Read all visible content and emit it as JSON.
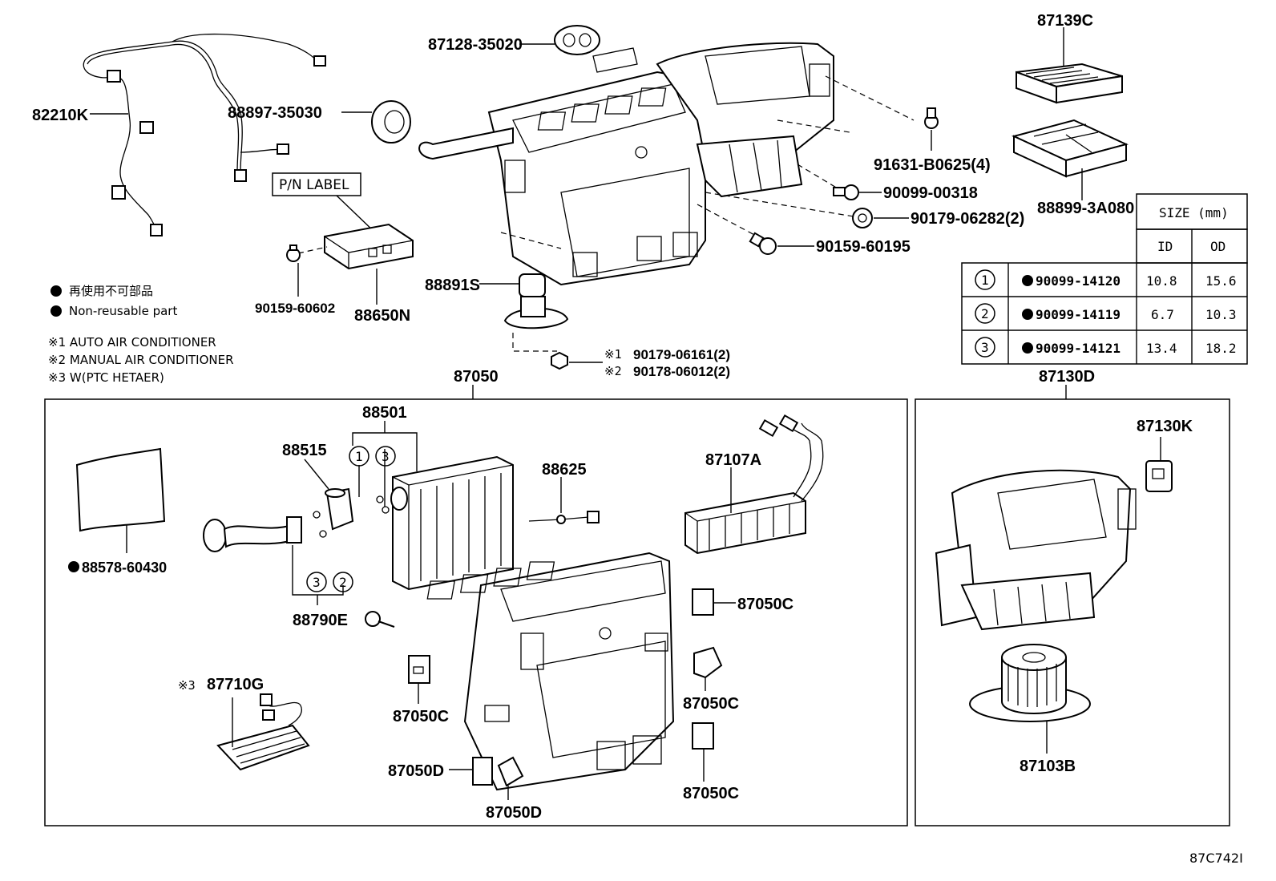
{
  "header_labels": {
    "p87139C": "87139C",
    "p87128": "87128-35020",
    "p82210K": "82210K",
    "p88897": "88897-35030",
    "p91631": "91631-B0625(4)",
    "p88899": "88899-3A080",
    "p90099_318": "90099-00318",
    "p90179_282": "90179-06282(2)",
    "p90159_195": "90159-60195",
    "pn_label": "P/N LABEL",
    "p90159_602": "90159-60602",
    "p88650N": "88650N",
    "p88891S": "88891S",
    "p90179_161": "90179-06161(2)",
    "p90178_012": "90178-06012(2)",
    "mark1": "※1",
    "mark2": "※2"
  },
  "legend": {
    "jp_text": "再使用不可部品",
    "en_text": "Non-reusable part",
    "note1": "※1 AUTO AIR CONDITIONER",
    "note2": "※2 MANUAL AIR CONDITIONER",
    "note3": "※3 W(PTC HETAER)"
  },
  "size_table": {
    "title": "SIZE (mm)",
    "col_id": "ID",
    "col_od": "OD",
    "rows": [
      {
        "no": "1",
        "part": "90099-14120",
        "id": "10.8",
        "od": "15.6"
      },
      {
        "no": "2",
        "part": "90099-14119",
        "id": "6.7",
        "od": "10.3"
      },
      {
        "no": "3",
        "part": "90099-14121",
        "id": "13.4",
        "od": "18.2"
      }
    ]
  },
  "assembly_87050": {
    "title": "87050",
    "p88501": "88501",
    "p88515": "88515",
    "p88625": "88625",
    "p87107A": "87107A",
    "p88578": "88578-60430",
    "p88790E": "88790E",
    "p87050C_a": "87050C",
    "p87050C_b": "87050C",
    "p87050C_c": "87050C",
    "p87050C_d": "87050C",
    "p87710G": "87710G",
    "mark3": "※3",
    "p87050D_a": "87050D",
    "p87050D_b": "87050D",
    "c1": "1",
    "c3a": "3",
    "c3b": "3",
    "c2": "2"
  },
  "assembly_87130D": {
    "title": "87130D",
    "p87130K": "87130K",
    "p87103B": "87103B"
  },
  "footer_code": "87C742I"
}
